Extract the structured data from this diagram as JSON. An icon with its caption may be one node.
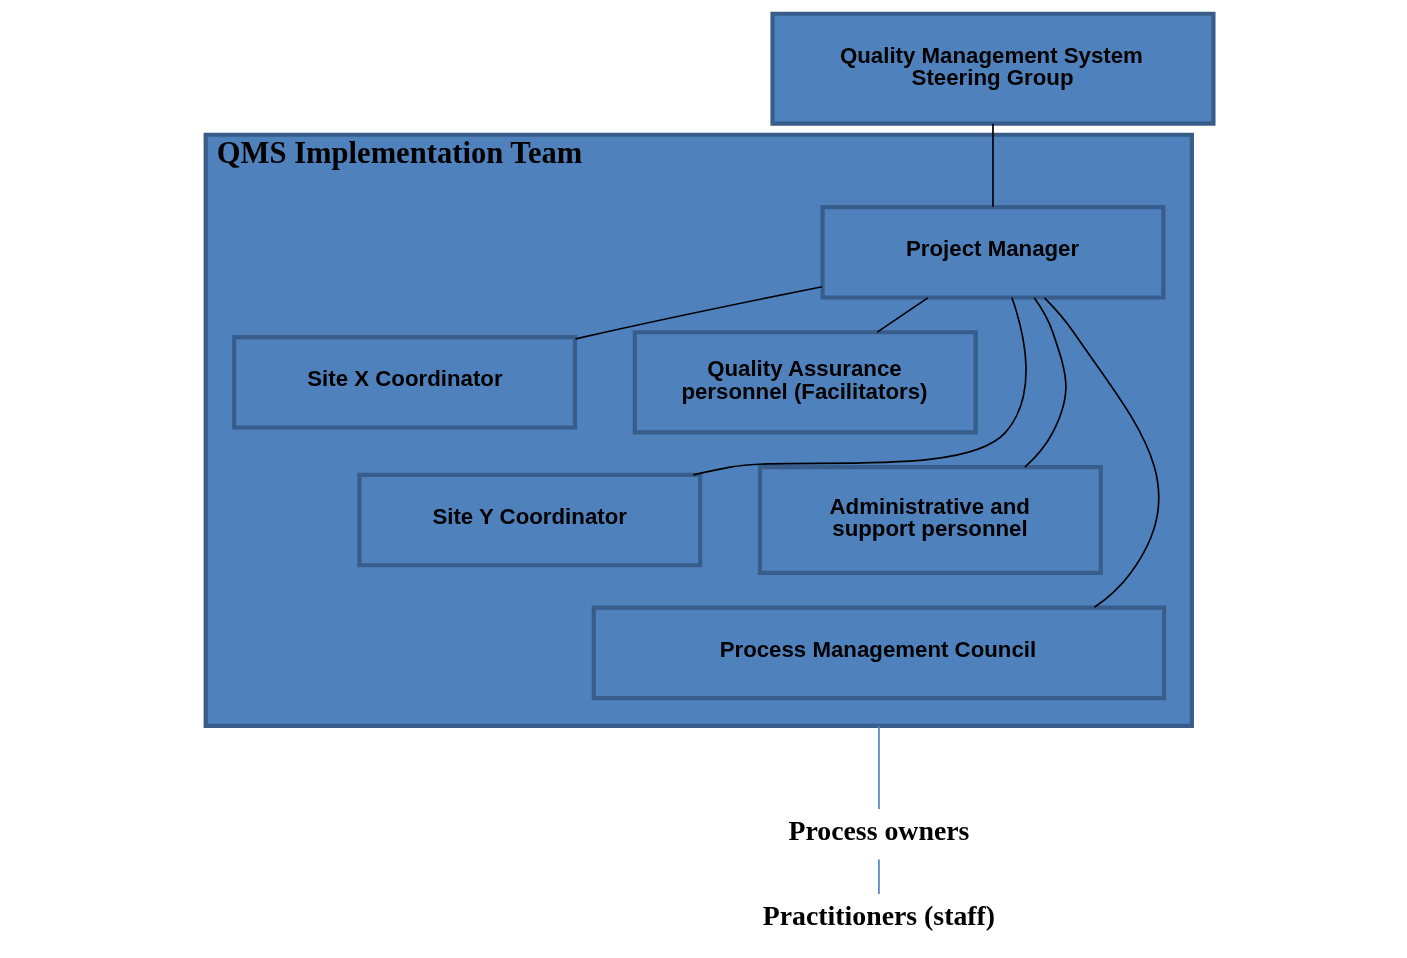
{
  "diagram": {
    "nodes": [
      {
        "text": [
          "Quality Management System Steering Group"
        ]
      },
      {
        "text": [
          "QMS Implementation Team"
        ]
      },
      {
        "text": [
          "Project Manager"
        ],
        "in": 1
      },
      {
        "text": [
          "Site X Coordinator"
        ],
        "in": 1
      },
      {
        "text": [
          "Quality Assurance personnel (Facilitators)"
        ],
        "in": 1
      },
      {
        "text": [
          "Site Y Coordinator"
        ],
        "in": 1
      },
      {
        "text": [
          "Administrative and support personnel"
        ],
        "in": 1
      },
      {
        "text": [
          "Process Management Council"
        ],
        "in": 1
      },
      {
        "text": [
          "Process owners"
        ]
      },
      {
        "text": [
          "Practitioners (staff)"
        ]
      }
    ],
    "edges": [
      {
        "from": 0,
        "to": 2,
        "arrow": "none"
      },
      {
        "from": 2,
        "to": 3,
        "arrow": "none"
      },
      {
        "from": 2,
        "to": 4,
        "arrow": "none"
      },
      {
        "from": 2,
        "to": 5,
        "arrow": "none"
      },
      {
        "from": 2,
        "to": 6,
        "arrow": "none"
      },
      {
        "from": 2,
        "to": 7,
        "arrow": "none"
      },
      {
        "from": 1,
        "to": 8,
        "arrow": "none",
        "color": "#4f81bd"
      },
      {
        "from": 8,
        "to": 9,
        "arrow": "none",
        "color": "#4f81bd"
      }
    ]
  }
}
